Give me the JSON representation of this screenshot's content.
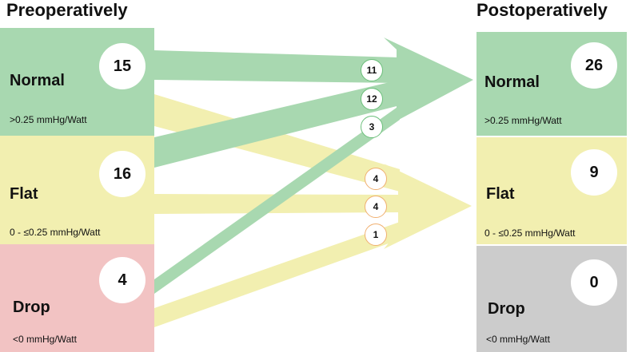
{
  "headings": {
    "pre": "Preoperatively",
    "post": "Postoperatively"
  },
  "colors": {
    "normal": "#a8d8b0",
    "flat": "#f2efb0",
    "drop_pre": "#f2c3c3",
    "drop_post": "#cccccc",
    "green_arrow": "#a8d8b0",
    "yellow_arrow": "#f2efb0",
    "green_ring": "#6bbf7a",
    "orange_ring": "#f0b070"
  },
  "pre": [
    {
      "label": "Normal",
      "count": "15",
      "range": ">0.25 mmHg/Watt"
    },
    {
      "label": "Flat",
      "count": "16",
      "range": "0 - ≤0.25 mmHg/Watt"
    },
    {
      "label": "Drop",
      "count": "4",
      "range": "<0 mmHg/Watt"
    }
  ],
  "post": [
    {
      "label": "Normal",
      "count": "26",
      "range": ">0.25 mmHg/Watt"
    },
    {
      "label": "Flat",
      "count": "9",
      "range": "0 - ≤0.25 mmHg/Watt"
    },
    {
      "label": "Drop",
      "count": "0",
      "range": "<0 mmHg/Watt"
    }
  ],
  "flows": [
    {
      "from": "Normal",
      "to": "Normal",
      "count": "11"
    },
    {
      "from": "Flat",
      "to": "Normal",
      "count": "12"
    },
    {
      "from": "Drop",
      "to": "Normal",
      "count": "3"
    },
    {
      "from": "Normal",
      "to": "Flat",
      "count": "4"
    },
    {
      "from": "Flat",
      "to": "Flat",
      "count": "4"
    },
    {
      "from": "Drop",
      "to": "Flat",
      "count": "1"
    }
  ]
}
